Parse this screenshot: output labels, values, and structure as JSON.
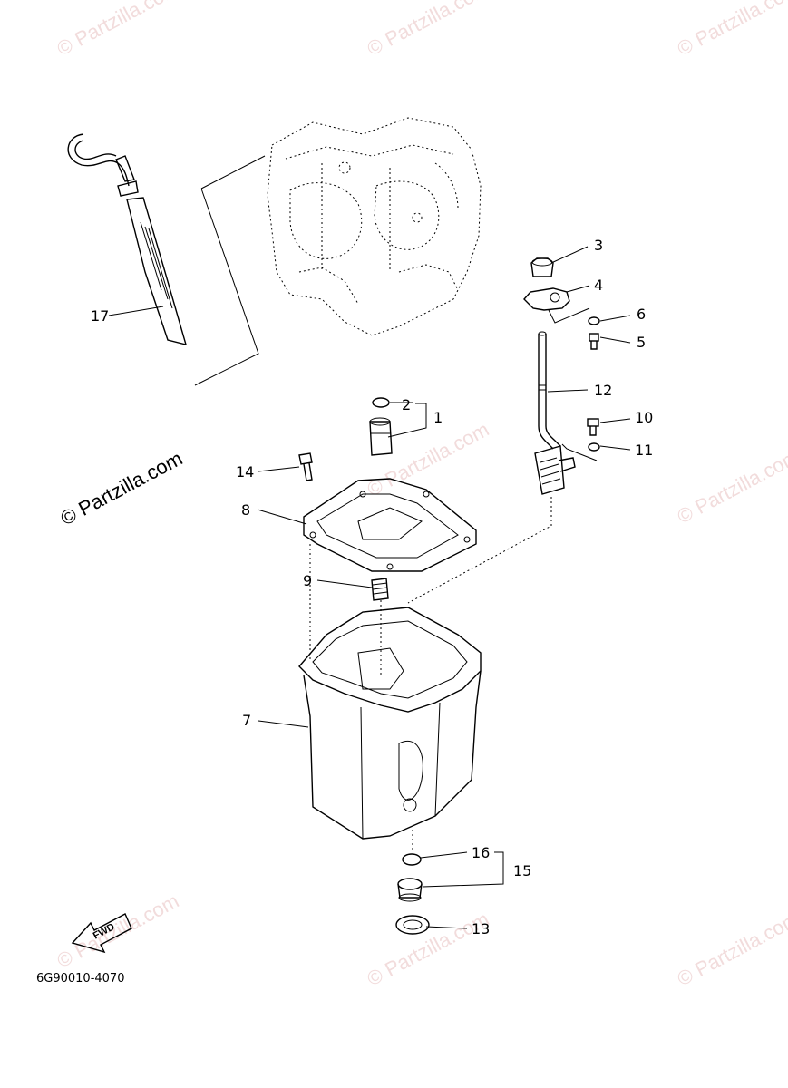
{
  "diagram": {
    "diagram_code": "6G90010-4070",
    "fwd_label": "FWD",
    "callouts": {
      "c1": "1",
      "c2": "2",
      "c3": "3",
      "c4": "4",
      "c5": "5",
      "c6": "6",
      "c7": "7",
      "c8": "8",
      "c9": "9",
      "c10": "10",
      "c11": "11",
      "c12": "12",
      "c13": "13",
      "c14": "14",
      "c15": "15",
      "c16": "16",
      "c17": "17"
    }
  },
  "watermarks": {
    "faint": "© Partzilla.com",
    "main": "© Partzilla.com"
  }
}
